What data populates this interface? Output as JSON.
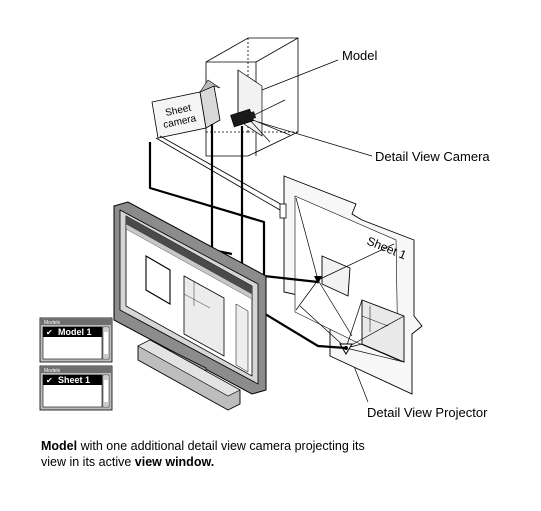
{
  "labels": {
    "model": "Model",
    "detail_view_camera": "Detail View Camera",
    "detail_view_projector": "Detail View Projector",
    "sheet_camera_line1": "Sheet",
    "sheet_camera_line2": "camera",
    "sheet_title": "Sheet 1"
  },
  "windows": [
    {
      "header": "Models",
      "item": "Model 1"
    },
    {
      "header": "Models",
      "item": "Sheet 1"
    }
  ],
  "caption": {
    "lead_bold": "Model",
    "text_1": " with one additional detail view camera projecting its",
    "text_2": "view in its active ",
    "tail_bold": "view window."
  }
}
